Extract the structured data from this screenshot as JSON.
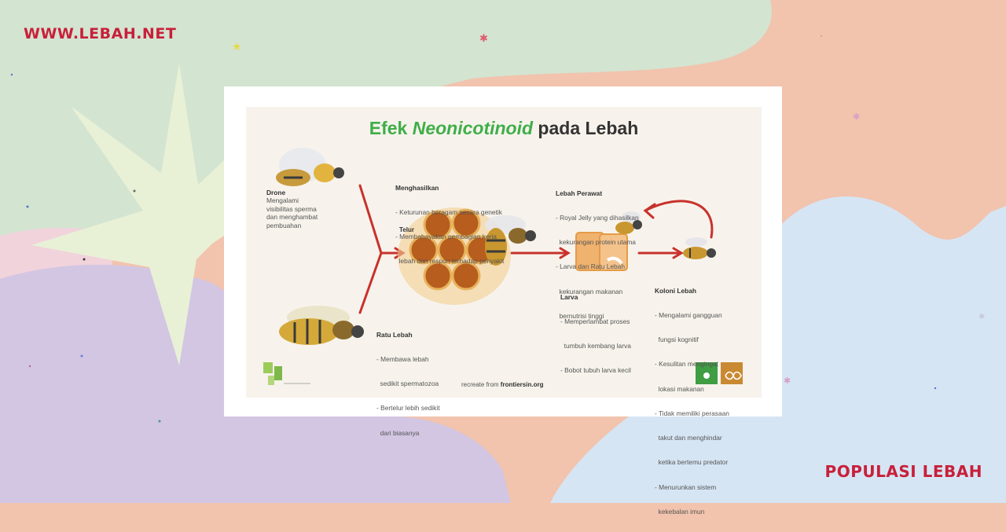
{
  "site": {
    "url": "WWW.LEBAH.NET",
    "category": "POPULASI LEBAH"
  },
  "colors": {
    "accent": "#c8203a",
    "bg_green": "#d3e4d1",
    "bg_peach": "#f2c3ad",
    "bg_lavender": "#d2c6e3",
    "bg_blue": "#d6e5f4",
    "bg_star": "#e8f1d6",
    "title_green": "#3fae49",
    "arrow_red": "#c8322c",
    "honey": "#d98b2e"
  },
  "infographic": {
    "title_part1": "Efek ",
    "title_part2": "Neonicotinoid",
    "title_part3": " pada Lebah",
    "drone": {
      "heading": "Drone",
      "lines": [
        "Mengalami",
        "visibilitas sperma",
        "dan menghambat",
        "pembuahan"
      ]
    },
    "menghasilkan": {
      "heading": "Menghasilkan",
      "lines": [
        "- Keturunan beragam secara genetik",
        "- Membahayakan pembagian kerja",
        "  lebah dan respon terhadap penyakit"
      ]
    },
    "telur_label": "Telur",
    "lebah_perawat": {
      "heading": "Lebah Perawat",
      "lines": [
        "- Royal Jelly yang dihasilkan",
        "  kekurangan protein utama",
        "- Larva dan Ratu Lebah",
        "  kekurangan makanan",
        "  bernutrisi tinggi"
      ]
    },
    "larva": {
      "heading": "Larva",
      "lines": [
        "- Memperlambat proses",
        "  tumbuh kembang larva",
        "- Bobot tubuh larva kecil"
      ]
    },
    "koloni_lebah": {
      "heading": "Koloni Lebah",
      "lines": [
        "- Mengalami gangguan",
        "  fungsi kognitif",
        "- Kesulitan mengingat",
        "  lokasi makanan",
        "- Tidak memiliki perasaan",
        "  takut dan menghindar",
        "  ketika bertemu predator",
        "- Menurunkan sistem",
        "  kekebalan imun"
      ]
    },
    "ratu_lebah": {
      "heading": "Ratu Lebah",
      "lines": [
        "- Membawa lebah",
        "  sedikit spermatozoa",
        "- Bertelur lebih sedikit",
        "  dari biasanya"
      ]
    },
    "credit_prefix": "recreate from ",
    "credit_source": "frontiersin.org"
  }
}
